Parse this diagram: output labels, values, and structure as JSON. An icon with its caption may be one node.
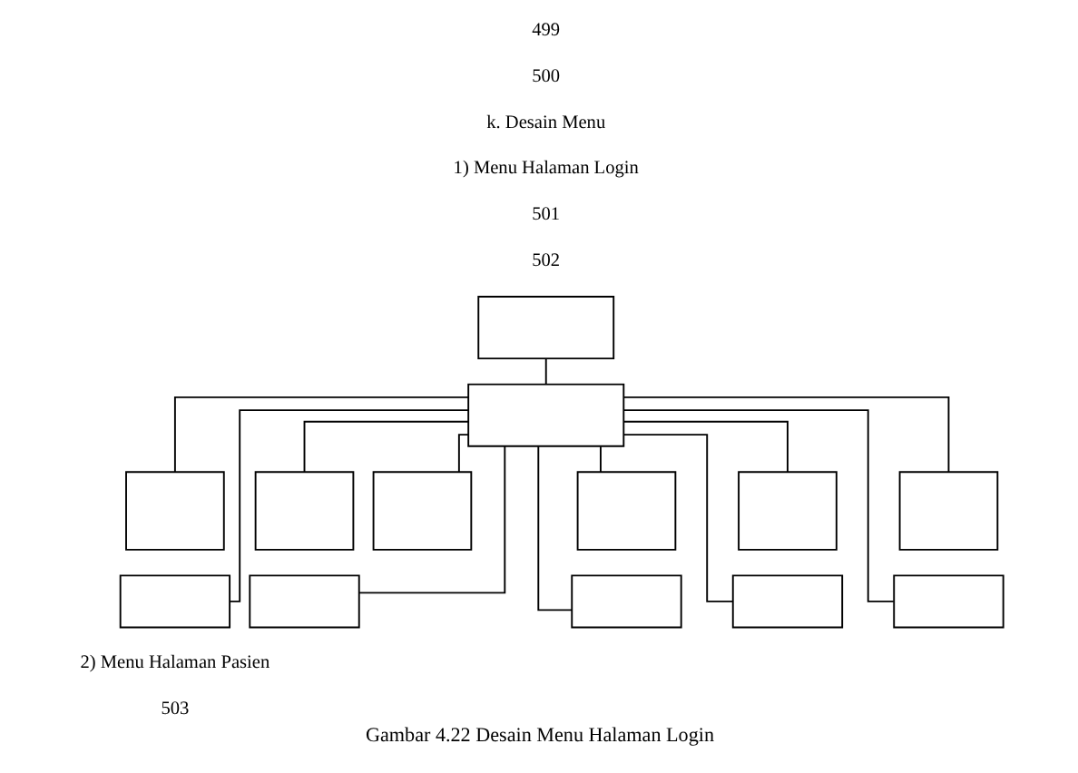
{
  "diagram": {
    "caption": "Gambar 4.22 Desain Menu Halaman Login",
    "nodes": [
      {
        "text": [],
        "shape": "box"
      },
      {
        "text": [],
        "shape": "box"
      },
      {
        "text": [],
        "shape": "box"
      },
      {
        "text": [],
        "shape": "box"
      },
      {
        "text": [],
        "shape": "box"
      },
      {
        "text": [],
        "shape": "box"
      },
      {
        "text": [],
        "shape": "box"
      },
      {
        "text": [],
        "shape": "box"
      },
      {
        "text": [],
        "shape": "box"
      },
      {
        "text": [],
        "shape": "box"
      },
      {
        "text": [],
        "shape": "box"
      },
      {
        "text": [],
        "shape": "box"
      },
      {
        "text": [],
        "shape": "box"
      }
    ],
    "edges": [
      {
        "from": 0,
        "to": 1,
        "arrow": "none"
      },
      {
        "from": 1,
        "to": 2,
        "arrow": "none"
      },
      {
        "from": 1,
        "to": 3,
        "arrow": "none"
      },
      {
        "from": 1,
        "to": 4,
        "arrow": "none"
      },
      {
        "from": 1,
        "to": 5,
        "arrow": "none"
      },
      {
        "from": 1,
        "to": 6,
        "arrow": "none"
      },
      {
        "from": 1,
        "to": 7,
        "arrow": "none"
      },
      {
        "from": 1,
        "to": 8,
        "arrow": "none"
      },
      {
        "from": 1,
        "to": 9,
        "arrow": "none"
      },
      {
        "from": 1,
        "to": 10,
        "arrow": "none"
      },
      {
        "from": 1,
        "to": 11,
        "arrow": "none"
      },
      {
        "from": 1,
        "to": 12,
        "arrow": "none"
      }
    ],
    "labels": [
      "499",
      "500",
      "k. Desain Menu",
      "1) Menu Halaman Login",
      "501",
      "502",
      "2) Menu Halaman Pasien",
      "503"
    ]
  }
}
